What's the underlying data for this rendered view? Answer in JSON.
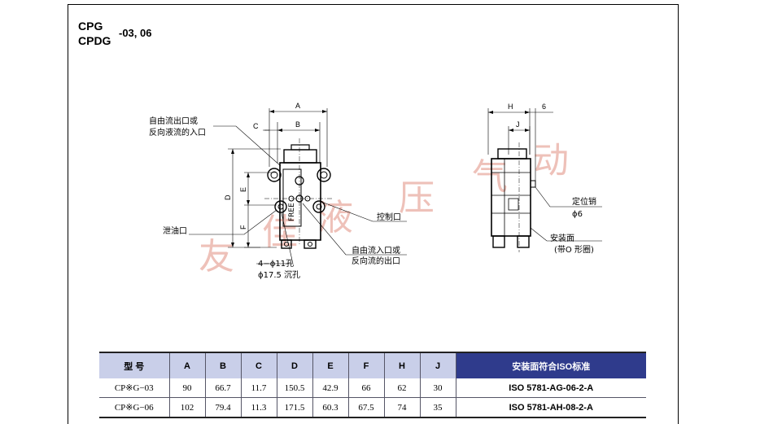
{
  "title": {
    "line1": "CPG",
    "line2": "CPDG",
    "suffix": "-03, 06"
  },
  "front_view": {
    "dim_A": "A",
    "dim_B": "B",
    "dim_C": "C",
    "dim_D": "D",
    "dim_E": "E",
    "dim_F": "F",
    "callout_outlet_line1": "自由流出口或",
    "callout_outlet_line2": "反向液流的入口",
    "callout_drain": "泄油口",
    "callout_control": "控制口",
    "callout_inlet_line1": "自由流入口或",
    "callout_inlet_line2": "反向流的出口",
    "callout_holes_line1": "4−ϕ11孔",
    "callout_holes_line2": "ϕ17.5 沉孔",
    "body_mark": "FREE"
  },
  "side_view": {
    "dim_H": "H",
    "dim_J": "J",
    "dim_6": "6",
    "callout_pin_line1": "定位销",
    "callout_pin_line2": "ϕ6",
    "callout_face_line1": "安装面",
    "callout_face_line2": "(带O 形圈)"
  },
  "watermark": [
    "友",
    "佳",
    "液",
    "压",
    "气",
    "动"
  ],
  "table": {
    "headers": [
      "型 号",
      "A",
      "B",
      "C",
      "D",
      "E",
      "F",
      "H",
      "J",
      "安装面符合ISO标准"
    ],
    "rows": [
      [
        "CP※G−03",
        "90",
        "66.7",
        "11.7",
        "150.5",
        "42.9",
        "66",
        "62",
        "30",
        "ISO 5781-AG-06-2-A"
      ],
      [
        "CP※G−06",
        "102",
        "79.4",
        "11.3",
        "171.5",
        "60.3",
        "67.5",
        "74",
        "35",
        "ISO 5781-AH-08-2-A"
      ]
    ]
  }
}
